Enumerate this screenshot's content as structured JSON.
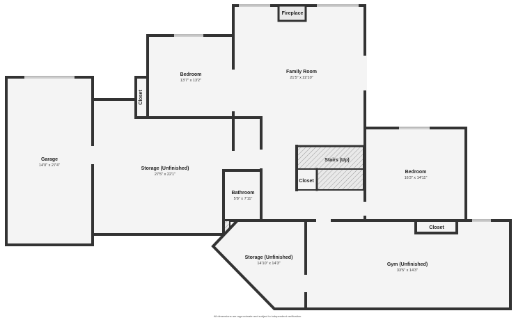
{
  "rooms": {
    "family_room": {
      "name": "Family Room",
      "dims": "21'5\" x 22'10\""
    },
    "fireplace": {
      "name": "Fireplace"
    },
    "bedroom_1": {
      "name": "Bedroom",
      "dims": "13'7\" x 13'2\""
    },
    "closet_left": {
      "name": "Closet"
    },
    "garage": {
      "name": "Garage",
      "dims": "14'0\" x 27'4\""
    },
    "storage_main": {
      "name": "Storage (Unfinished)",
      "dims": "27'5\" x 22'1\""
    },
    "bathroom": {
      "name": "Bathroom",
      "dims": "5'8\" x 7'11\""
    },
    "stairs": {
      "name": "Stairs (Up)"
    },
    "closet_stairs": {
      "name": "Closet"
    },
    "bedroom_2": {
      "name": "Bedroom",
      "dims": "16'3\" x 14'11\""
    },
    "closet_right": {
      "name": "Closet"
    },
    "storage_small": {
      "name": "Storage (Unfinished)",
      "dims": "14'10\" x 14'3\""
    },
    "gym": {
      "name": "Gym (Unfinished)",
      "dims": "33'5\" x 14'3\""
    }
  },
  "footer": {
    "note": "All dimensions are approximate and subject to independent verification."
  }
}
